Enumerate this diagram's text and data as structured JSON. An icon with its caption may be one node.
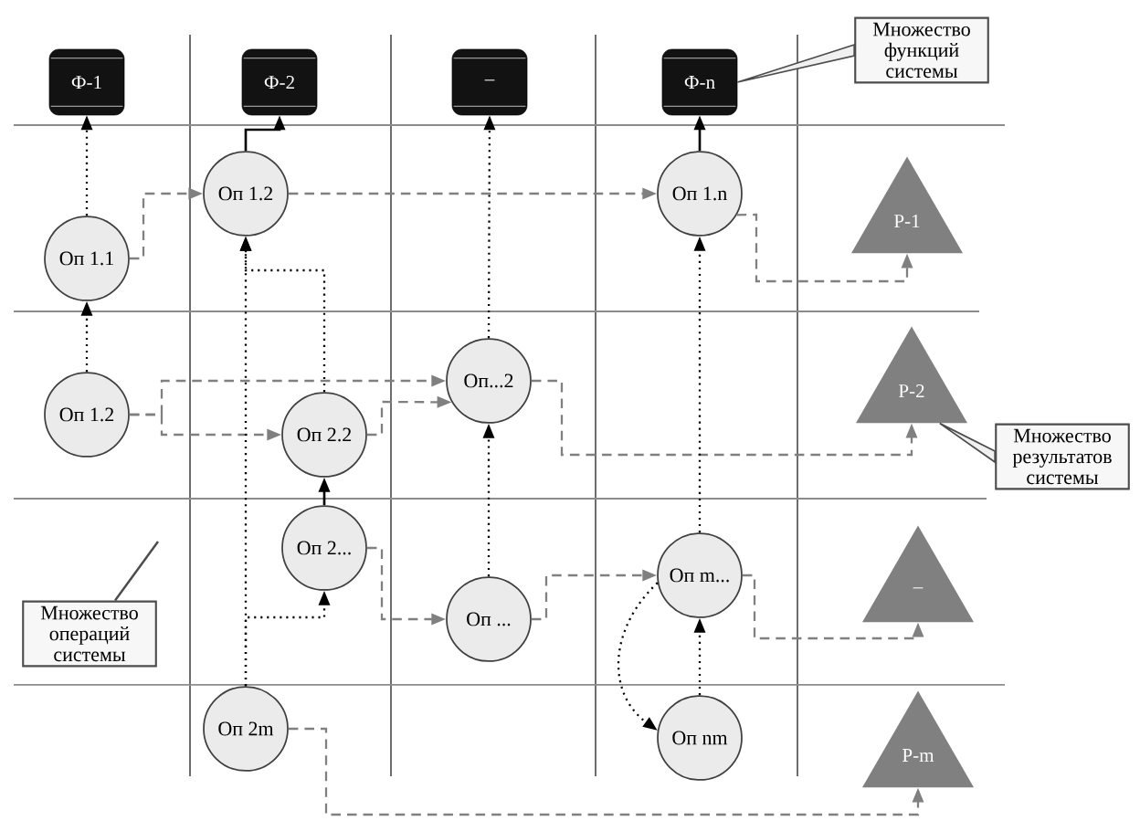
{
  "diagram": {
    "nodes": [
      {
        "text": [
          "Ф-1"
        ]
      },
      {
        "text": [
          "Ф-2"
        ]
      },
      {
        "text": [
          "–"
        ]
      },
      {
        "text": [
          "Ф-n"
        ]
      },
      {
        "text": [
          "Множество функций системы"
        ]
      },
      {
        "text": [
          "Оп 1.1"
        ]
      },
      {
        "text": [
          "Оп 1.2"
        ]
      },
      {
        "text": [
          "Оп 1.n"
        ]
      },
      {
        "text": [
          "Р-1"
        ]
      },
      {
        "text": [
          "Оп 1.2"
        ]
      },
      {
        "text": [
          "Оп...2"
        ]
      },
      {
        "text": [
          "Оп 2.2"
        ]
      },
      {
        "text": [
          "Р-2"
        ]
      },
      {
        "text": [
          "Множество результатов системы"
        ]
      },
      {
        "text": [
          "Оп 2..."
        ]
      },
      {
        "text": [
          "Оп ..."
        ]
      },
      {
        "text": [
          "Оп m..."
        ]
      },
      {
        "text": [
          "–"
        ]
      },
      {
        "text": [
          "Множество операций системы"
        ]
      },
      {
        "text": [
          "Оп 2m"
        ]
      },
      {
        "text": [
          "Оп nm"
        ]
      },
      {
        "text": [
          "Р-m"
        ]
      }
    ],
    "edges": [
      {
        "from": 5,
        "to": 0,
        "arrow": "to",
        "style": "dashed"
      },
      {
        "from": 5,
        "to": 6,
        "arrow": "to",
        "style": "dashed",
        "color": "#808080"
      },
      {
        "from": 6,
        "to": 1,
        "arrow": "to"
      },
      {
        "from": 6,
        "to": 7,
        "arrow": "to",
        "style": "dashed",
        "color": "#808080"
      },
      {
        "from": 7,
        "to": 3,
        "arrow": "to"
      },
      {
        "from": 7,
        "to": 8,
        "arrow": "to",
        "style": "dashed",
        "color": "#808080"
      },
      {
        "from": 9,
        "to": 5,
        "arrow": "to",
        "style": "dashed"
      },
      {
        "from": 10,
        "to": 2,
        "arrow": "to",
        "style": "dashed"
      },
      {
        "from": 9,
        "to": 10,
        "arrow": "to",
        "style": "dashed",
        "color": "#808080"
      },
      {
        "from": 9,
        "to": 11,
        "arrow": "to",
        "style": "dashed",
        "color": "#808080"
      },
      {
        "from": 11,
        "to": 10,
        "arrow": "to",
        "style": "dashed",
        "color": "#808080"
      },
      {
        "from": 14,
        "to": 11,
        "arrow": "to"
      },
      {
        "from": 10,
        "to": 12,
        "arrow": "to",
        "style": "dashed",
        "color": "#808080"
      },
      {
        "from": 14,
        "to": 15,
        "arrow": "to",
        "style": "dashed",
        "color": "#808080"
      },
      {
        "from": 15,
        "to": 10,
        "arrow": "to",
        "style": "dashed"
      },
      {
        "from": 15,
        "to": 16,
        "arrow": "to",
        "style": "dashed",
        "color": "#808080"
      },
      {
        "from": 16,
        "to": 7,
        "arrow": "to",
        "style": "dashed"
      },
      {
        "from": 16,
        "to": 17,
        "arrow": "to",
        "style": "dashed",
        "color": "#808080"
      },
      {
        "from": 20,
        "to": 16,
        "arrow": "to",
        "style": "dashed"
      },
      {
        "from": 16,
        "to": 20,
        "arrow": "to",
        "style": "dashed"
      },
      {
        "from": 19,
        "to": 21,
        "arrow": "to",
        "style": "dashed",
        "color": "#808080"
      },
      {
        "from": 19,
        "to": 14,
        "arrow": "to",
        "style": "dashed"
      },
      {
        "from": 19,
        "to": 6,
        "arrow": "to",
        "style": "dashed"
      },
      {
        "from": 11,
        "to": 6,
        "arrow": "to",
        "style": "dashed"
      },
      {
        "from": 4,
        "to": 3,
        "arrow": "none"
      },
      {
        "from": 13,
        "to": 12,
        "arrow": "none"
      },
      {
        "from": 18,
        "to": null,
        "arrow": "none"
      }
    ]
  }
}
